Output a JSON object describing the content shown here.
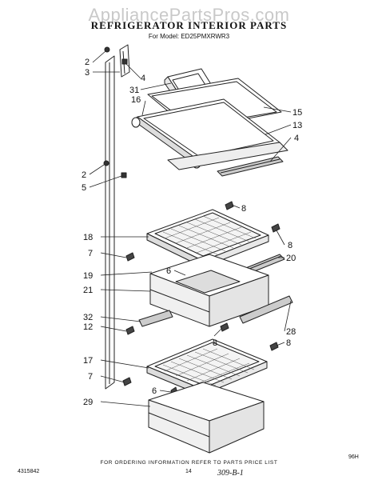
{
  "watermark": "AppliancePartsPros.com",
  "title": "REFRIGERATOR INTERIOR PARTS",
  "model": "For Model: ED25PMXRWR3",
  "footer_note": "FOR ORDERING INFORMATION REFER TO PARTS PRICE LIST",
  "doc_number": "4315842",
  "page_number": "14",
  "handwritten": "309-B-1",
  "figure_code": "96H",
  "callouts": {
    "c2a": "2",
    "c3": "3",
    "c4a": "4",
    "c31": "31",
    "c16": "16",
    "c15": "15",
    "c13": "13",
    "c4b": "4",
    "c2b": "2",
    "c5": "5",
    "c8a": "8",
    "c18": "18",
    "c8b": "8",
    "c7a": "7",
    "c20": "20",
    "c6a": "6",
    "c19": "19",
    "c21": "21",
    "c32": "32",
    "c12": "12",
    "c28": "28",
    "c8c": "8",
    "c8d": "8",
    "c17": "17",
    "c6b": "6",
    "c7b": "7",
    "c29": "29"
  }
}
